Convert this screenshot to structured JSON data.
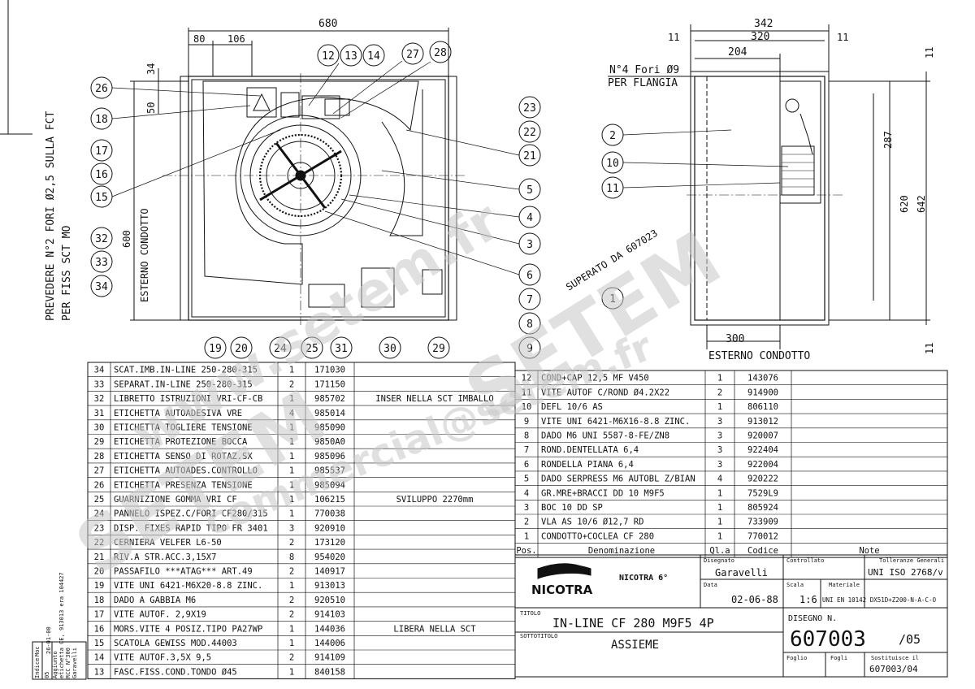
{
  "front_view": {
    "dim_overall_width": "680",
    "dim_80": "80",
    "dim_106": "106",
    "dim_34": "34",
    "dim_50": "50",
    "dim_600": "600",
    "label_duct": "ESTERNO CONDOTTO",
    "balloons_top": [
      "12",
      "13",
      "14",
      "27",
      "28"
    ],
    "balloons_left": [
      "26",
      "18",
      "17",
      "16",
      "15",
      "32",
      "33",
      "34"
    ],
    "balloons_right": [
      "23",
      "22",
      "21",
      "5",
      "4",
      "3",
      "6",
      "7",
      "8",
      "9"
    ],
    "balloons_bottom": [
      "19",
      "20",
      "24",
      "25",
      "31",
      "30",
      "29"
    ]
  },
  "side_view": {
    "dim_342": "342",
    "dim_320": "320",
    "dim_204": "204",
    "dim_11_left": "11",
    "dim_11_right": "11",
    "dim_11_top": "11",
    "dim_11_bottom": "11",
    "dim_287": "287",
    "dim_620": "620",
    "dim_642": "642",
    "dim_300": "300",
    "holes_note_1": "N°4 Fori Ø9",
    "holes_note_2": "PER FLANGIA",
    "label_duct": "ESTERNO CONDOTTO",
    "balloons": [
      "2",
      "10",
      "11",
      "1"
    ],
    "superseded_note": "SUPERATO DA 607023"
  },
  "side_note": {
    "line1": "PREVEDERE N°2 FORI Ø2,5 SULLA FCT",
    "line2": "PER FISS SCT MO"
  },
  "revision_box": {
    "header": "Indice",
    "col2_header": "Moc",
    "rev": "05",
    "lines": [
      "Aggiunto",
      "etichetta CE, 913013 era 104427",
      "RCC N°300",
      "Garavelli",
      "26-01-00"
    ]
  },
  "bom_left": [
    {
      "pos": "34",
      "desc": "SCAT.IMB.IN-LINE 250-280-315",
      "qty": "1",
      "code": "171030",
      "note": ""
    },
    {
      "pos": "33",
      "desc": "SEPARAT.IN-LINE 250-280-315",
      "qty": "2",
      "code": "171150",
      "note": ""
    },
    {
      "pos": "32",
      "desc": "LIBRETTO ISTRUZIONI VRI-CF-CB",
      "qty": "1",
      "code": "985702",
      "note": "INSER NELLA SCT IMBALLO"
    },
    {
      "pos": "31",
      "desc": "ETICHETTA AUTOADESIVA VRE",
      "qty": "4",
      "code": "985014",
      "note": ""
    },
    {
      "pos": "30",
      "desc": "ETICHETTA TOGLIERE TENSIONE",
      "qty": "1",
      "code": "985090",
      "note": ""
    },
    {
      "pos": "29",
      "desc": "ETICHETTA  PROTEZIONE BOCCA",
      "qty": "1",
      "code": "9850A0",
      "note": ""
    },
    {
      "pos": "28",
      "desc": "ETICHETTA SENSO DI ROTAZ.SX",
      "qty": "1",
      "code": "985096",
      "note": ""
    },
    {
      "pos": "27",
      "desc": "ETICHETTA AUTOADES.CONTROLLO",
      "qty": "1",
      "code": "985537",
      "note": ""
    },
    {
      "pos": "26",
      "desc": "ETICHETTA PRESENZA TENSIONE",
      "qty": "1",
      "code": "985094",
      "note": ""
    },
    {
      "pos": "25",
      "desc": "GUARNIZIONE GOMMA VRI CF",
      "qty": "1",
      "code": "106215",
      "note": "SVILUPPO 2270mm"
    },
    {
      "pos": "24",
      "desc": "PANNELO ISPEZ.C/FORI CF280/315",
      "qty": "1",
      "code": "770038",
      "note": ""
    },
    {
      "pos": "23",
      "desc": "DISP. FIXES RAPID TIPO FR 3401",
      "qty": "3",
      "code": "920910",
      "note": ""
    },
    {
      "pos": "22",
      "desc": "CERNIERA VELFER L6-50",
      "qty": "2",
      "code": "173120",
      "note": ""
    },
    {
      "pos": "21",
      "desc": "RIV.A STR.ACC.3,15X7",
      "qty": "8",
      "code": "954020",
      "note": ""
    },
    {
      "pos": "20",
      "desc": "PASSAFILO ***ATAG*** ART.49",
      "qty": "2",
      "code": "140917",
      "note": ""
    },
    {
      "pos": "19",
      "desc": "VITE UNI 6421-M6X20-8.8 ZINC.",
      "qty": "1",
      "code": "913013",
      "note": ""
    },
    {
      "pos": "18",
      "desc": "DADO A GABBIA M6",
      "qty": "2",
      "code": "920510",
      "note": ""
    },
    {
      "pos": "17",
      "desc": "VITE AUTOF. 2,9X19",
      "qty": "2",
      "code": "914103",
      "note": ""
    },
    {
      "pos": "16",
      "desc": "MORS.VITE 4 POSIZ.TIPO PA27WP",
      "qty": "1",
      "code": "144036",
      "note": "LIBERA NELLA SCT"
    },
    {
      "pos": "15",
      "desc": "SCATOLA GEWISS MOD.44003",
      "qty": "1",
      "code": "144006",
      "note": ""
    },
    {
      "pos": "14",
      "desc": "VITE AUTOF.3,5X 9,5",
      "qty": "2",
      "code": "914109",
      "note": ""
    },
    {
      "pos": "13",
      "desc": "FASC.FISS.COND.TONDO Ø45",
      "qty": "1",
      "code": "840158",
      "note": ""
    }
  ],
  "bom_right": [
    {
      "pos": "12",
      "desc": "COND+CAP 12,5 MF V450",
      "qty": "1",
      "code": "143076",
      "note": ""
    },
    {
      "pos": "11",
      "desc": "VITE AUTOF C/ROND Ø4.2X22",
      "qty": "2",
      "code": "914900",
      "note": ""
    },
    {
      "pos": "10",
      "desc": "DEFL 10/6 AS",
      "qty": "1",
      "code": "806110",
      "note": ""
    },
    {
      "pos": "9",
      "desc": "VITE UNI 6421-M6X16-8.8 ZINC.",
      "qty": "3",
      "code": "913012",
      "note": ""
    },
    {
      "pos": "8",
      "desc": "DADO M6 UNI 5587-8-FE/ZN8",
      "qty": "3",
      "code": "920007",
      "note": ""
    },
    {
      "pos": "7",
      "desc": "ROND.DENTELLATA  6,4",
      "qty": "3",
      "code": "922404",
      "note": ""
    },
    {
      "pos": "6",
      "desc": "RONDELLA PIANA  6,4",
      "qty": "3",
      "code": "922004",
      "note": ""
    },
    {
      "pos": "5",
      "desc": "DADO SERPRESS M6 AUTOBL Z/BIAN",
      "qty": "4",
      "code": "920222",
      "note": ""
    },
    {
      "pos": "4",
      "desc": "GR.MRE+BRACCI DD 10 M9F5",
      "qty": "1",
      "code": "7529L9",
      "note": ""
    },
    {
      "pos": "3",
      "desc": "BOC 10 DD SP",
      "qty": "1",
      "code": "805924",
      "note": ""
    },
    {
      "pos": "2",
      "desc": "VLA AS 10/6 Ø12,7 RD",
      "qty": "1",
      "code": "733909",
      "note": ""
    },
    {
      "pos": "1",
      "desc": "CONDOTTO+COCLEA CF 280",
      "qty": "1",
      "code": "770012",
      "note": ""
    }
  ],
  "bom_header": {
    "pos": "Pos.",
    "desc": "Denominazione",
    "qty": "Ql.a",
    "code": "Codice",
    "note": "Note"
  },
  "title_block": {
    "company": "NICOTRA",
    "company_sub": "NICOTRA 6°",
    "drawn_label": "Disegnato",
    "drawn_value": "Garavelli",
    "checked_label": "Controllato",
    "tolerance_label": "Tolleranze Generali",
    "tolerance_value": "UNI ISO 2768/v",
    "date_label": "Data",
    "date_value": "02-06-88",
    "scale_label": "Scala",
    "scale_value": "1:6",
    "material_label": "Materiale",
    "material_value": "UNI EN 10142 DX51D+Z200-N-A-C-O",
    "title_label": "TITOLO",
    "title_value": "IN-LINE CF 280 M9F5 4P",
    "subtitle_label": "SOTTOTITOLO",
    "subtitle_value": "ASSIEME",
    "drawing_no_label": "DISEGNO N.",
    "drawing_no_value": "607003",
    "drawing_rev": "/05",
    "sheet_label": "Foglio",
    "sheets_label": "Fogli",
    "replaces_label": "Sostituisce il",
    "replaces_value": "607003/04"
  },
  "watermarks": [
    "www.setem.fr",
    "SETEM",
    "commercial@setem.fr"
  ]
}
